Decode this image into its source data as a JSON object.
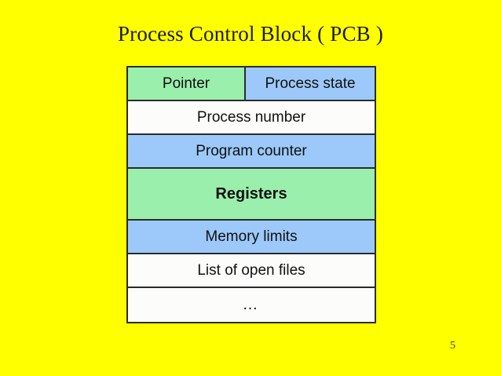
{
  "slide": {
    "title": "Process Control Block ( PCB )",
    "page_number": "5",
    "background_color": "#FFFF00"
  },
  "colors": {
    "background": "#FFFF00",
    "green_cell": "#9BEFAC",
    "blue_cell": "#9CC9F9",
    "white_cell": "#FCFDFA",
    "border": "#2B2B2B",
    "text": "#101010"
  },
  "pcb_table": {
    "rows": [
      {
        "split": true,
        "cells": [
          {
            "label": "Pointer",
            "fill": "green"
          },
          {
            "label": "Process state",
            "fill": "blue"
          }
        ]
      },
      {
        "split": false,
        "cells": [
          {
            "label": "Process number",
            "fill": "white"
          }
        ]
      },
      {
        "split": false,
        "cells": [
          {
            "label": "Program counter",
            "fill": "blue"
          }
        ]
      },
      {
        "split": false,
        "cells": [
          {
            "label": "Registers",
            "fill": "green"
          }
        ]
      },
      {
        "split": false,
        "cells": [
          {
            "label": "Memory limits",
            "fill": "blue"
          }
        ]
      },
      {
        "split": false,
        "cells": [
          {
            "label": "List of open files",
            "fill": "white"
          }
        ]
      },
      {
        "split": false,
        "cells": [
          {
            "label": "…",
            "fill": "white"
          }
        ]
      }
    ]
  }
}
